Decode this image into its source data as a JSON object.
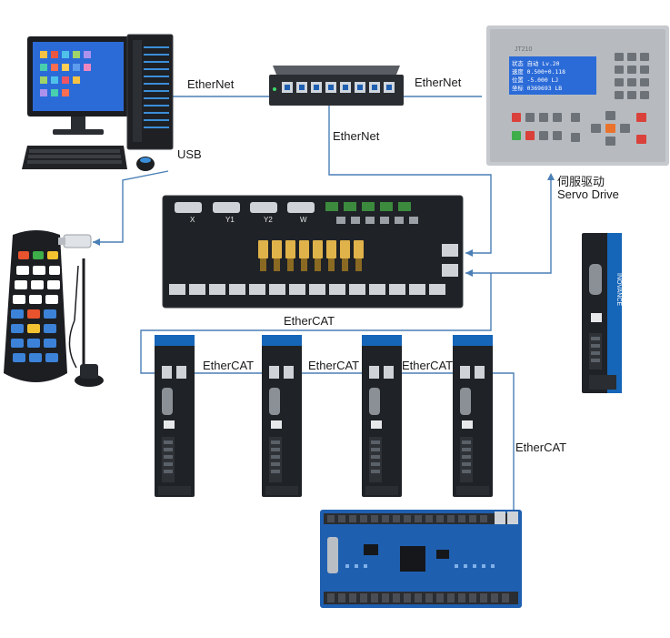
{
  "labels": {
    "ethernet_pc": "EtherNet",
    "ethernet_right": "EtherNet",
    "ethernet_down": "EtherNet",
    "usb": "USB",
    "servo_cn": "伺服驱动",
    "servo_en": "Servo Drive",
    "ethercat_main": "EtherCAT",
    "ethercat_1": "EtherCAT",
    "ethercat_2": "EtherCAT",
    "ethercat_3": "EtherCAT",
    "ethercat_io": "EtherCAT"
  },
  "panel": {
    "model": "JT210",
    "screen_lines": [
      "状态 自动 Lv.20",
      "速度 0.500+0.118",
      "位置 -5.000 LJ",
      "坐标 0369693 LB"
    ]
  },
  "controller": {
    "ports": [
      "X",
      "Y1",
      "Y2",
      "W"
    ]
  },
  "drive_brand": "INOVANCE",
  "colors": {
    "line": "#4a7fb6",
    "device_dark": "#1f2226",
    "relay": "#e0b24a",
    "board": "#1f5fb0",
    "screen": "#2b6bd8"
  }
}
